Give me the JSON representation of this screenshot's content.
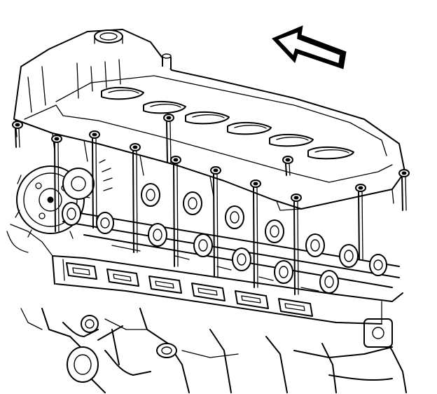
{
  "figure": {
    "subject": "engine-cylinder-head-camshaft-cover-removal",
    "arrow_direction": "upper-left",
    "colors": {
      "line": "#000000",
      "background": "#ffffff"
    }
  },
  "cover_bolts": [
    {
      "id": "bolt-1"
    },
    {
      "id": "bolt-2"
    },
    {
      "id": "bolt-3"
    },
    {
      "id": "bolt-4"
    },
    {
      "id": "bolt-5"
    },
    {
      "id": "bolt-6"
    },
    {
      "id": "bolt-7"
    },
    {
      "id": "bolt-8"
    },
    {
      "id": "bolt-9"
    },
    {
      "id": "bolt-10"
    },
    {
      "id": "bolt-11"
    },
    {
      "id": "bolt-12"
    }
  ],
  "spark_plug_wells": 6
}
